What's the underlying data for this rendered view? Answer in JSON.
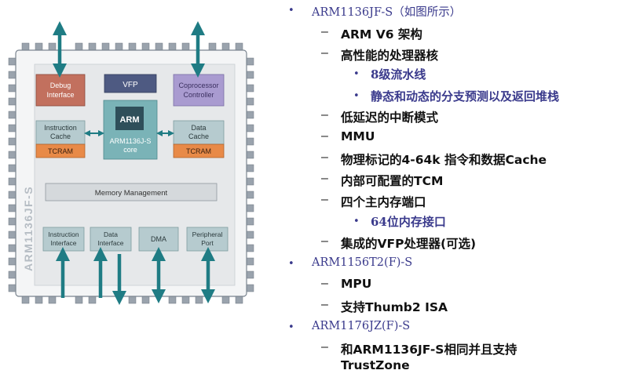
{
  "diagram": {
    "chip_label": "ARM1136JF-S",
    "blocks": {
      "debug": "Debug Interface",
      "vfp": "VFP",
      "coprocessor": "Coprocessor Controller",
      "icache": "Instruction Cache",
      "icache_tcram": "TCRAM",
      "core_logo": "ARM",
      "core_name": "ARM1136J-S core",
      "dcache": "Data Cache",
      "dcache_tcram": "TCRAM",
      "memory": "Memory Management",
      "instr_if": "Instruction Interface",
      "data_if": "Data Interface",
      "dma": "DMA",
      "peripheral": "Peripheral Port"
    }
  },
  "bullets": {
    "b1": "ARM1136JF-S（如图所示）",
    "b1_items": {
      "i1": "ARM V6 架构",
      "i2": "高性能的处理器核",
      "i2_sub1": "8级流水线",
      "i2_sub2": "静态和动态的分支预测以及返回堆栈",
      "i3": "低延迟的中断模式",
      "i4": "MMU",
      "i5": "物理标记的4-64k 指令和数据Cache",
      "i6": "内部可配置的TCM",
      "i7": "四个主内存端口",
      "i7_sub1": "64位内存接口",
      "i8": "集成的VFP处理器(可选)"
    },
    "b2": "ARM1156T2(F)-S",
    "b2_items": {
      "i1": "MPU",
      "i2": "支持Thumb2 ISA"
    },
    "b3": "ARM1176JZ(F)-S",
    "b3_items": {
      "i1_line1": "和ARM1136JF-S相同并且支持",
      "i1_line2": "TrustZone"
    }
  },
  "colors": {
    "arrow": "#1f7c84",
    "debug": "#c2705e",
    "vfp": "#4e5a82",
    "coprocessor": "#a99bd0",
    "cache": "#b6cbcf",
    "tcram": "#e88a48",
    "core": "#7ab3b7",
    "bullet_blue": "#3a3a8c"
  }
}
